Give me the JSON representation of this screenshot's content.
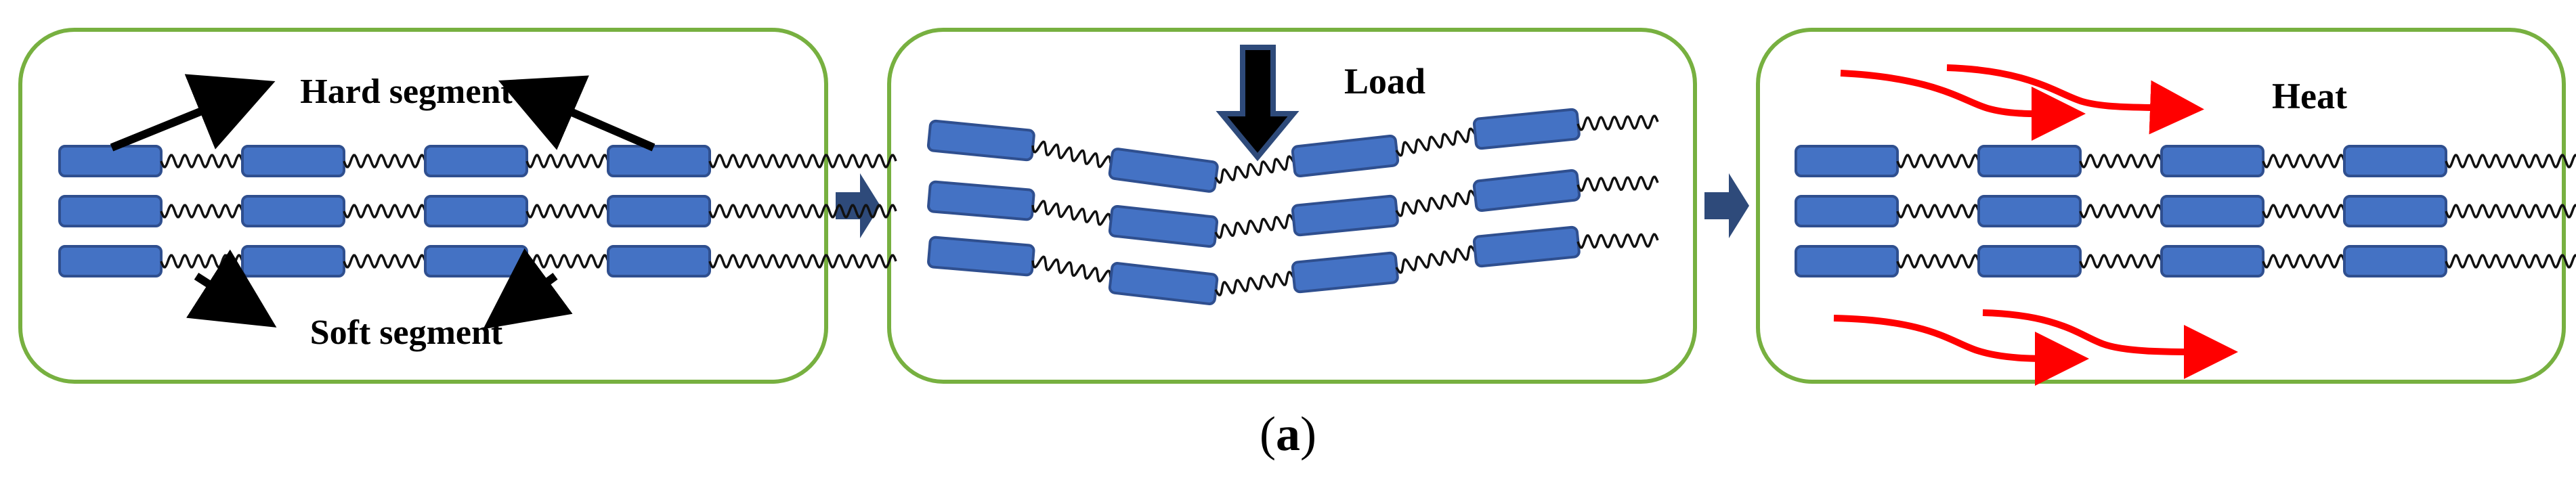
{
  "colors": {
    "panel_border": "#77b040",
    "segment_fill": "#4472c4",
    "segment_stroke": "#2f4f8f",
    "chain": "#111111",
    "connector_arrow": "#2e4a7a",
    "heat_arrow": "#ff0000",
    "black_arrow": "#000000"
  },
  "panels": [
    {
      "labels": {
        "top": "Hard segment",
        "bottom": "Soft segment"
      }
    },
    {
      "labels": {
        "load": "Load"
      }
    },
    {
      "labels": {
        "heat": "Heat"
      }
    }
  ],
  "caption": {
    "open": "(",
    "letter": "a",
    "close": ")"
  }
}
